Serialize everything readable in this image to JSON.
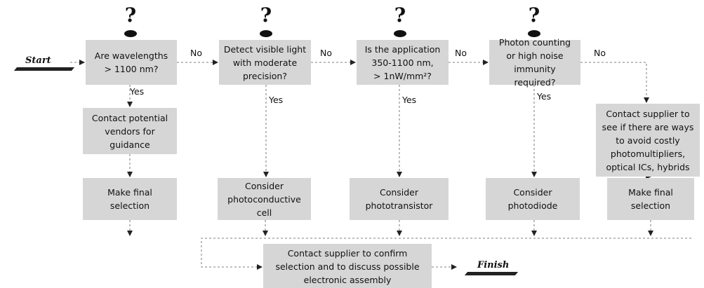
{
  "diagram": {
    "start_label": "Start",
    "finish_label": "Finish",
    "question_mark": "?",
    "decisions": [
      {
        "text": "Are wavelengths\n> 1100 nm?"
      },
      {
        "text": "Detect visible light\nwith moderate\nprecision?"
      },
      {
        "text": "Is the application\n350-1100 nm,\n> 1nW/mm²?"
      },
      {
        "text": "Photon counting\nor high noise\nimmunity required?"
      }
    ],
    "supplier_check": {
      "text": "Contact supplier to\nsee if there are ways\nto avoid costly\nphotomultipliers,\noptical ICs, hybrids"
    },
    "vendors": {
      "text": "Contact potential\nvendors for\nguidance"
    },
    "outcomes": [
      {
        "text": "Make final\nselection"
      },
      {
        "text": "Consider\nphotoconductive\ncell"
      },
      {
        "text": "Consider\nphototransistor"
      },
      {
        "text": "Consider\nphotodiode"
      },
      {
        "text": "Make final\nselection"
      }
    ],
    "final": {
      "text": "Contact supplier to confirm\nselection and to discuss possible\nelectronic assembly"
    },
    "branch_labels": {
      "yes": "Yes",
      "no": "No"
    }
  }
}
